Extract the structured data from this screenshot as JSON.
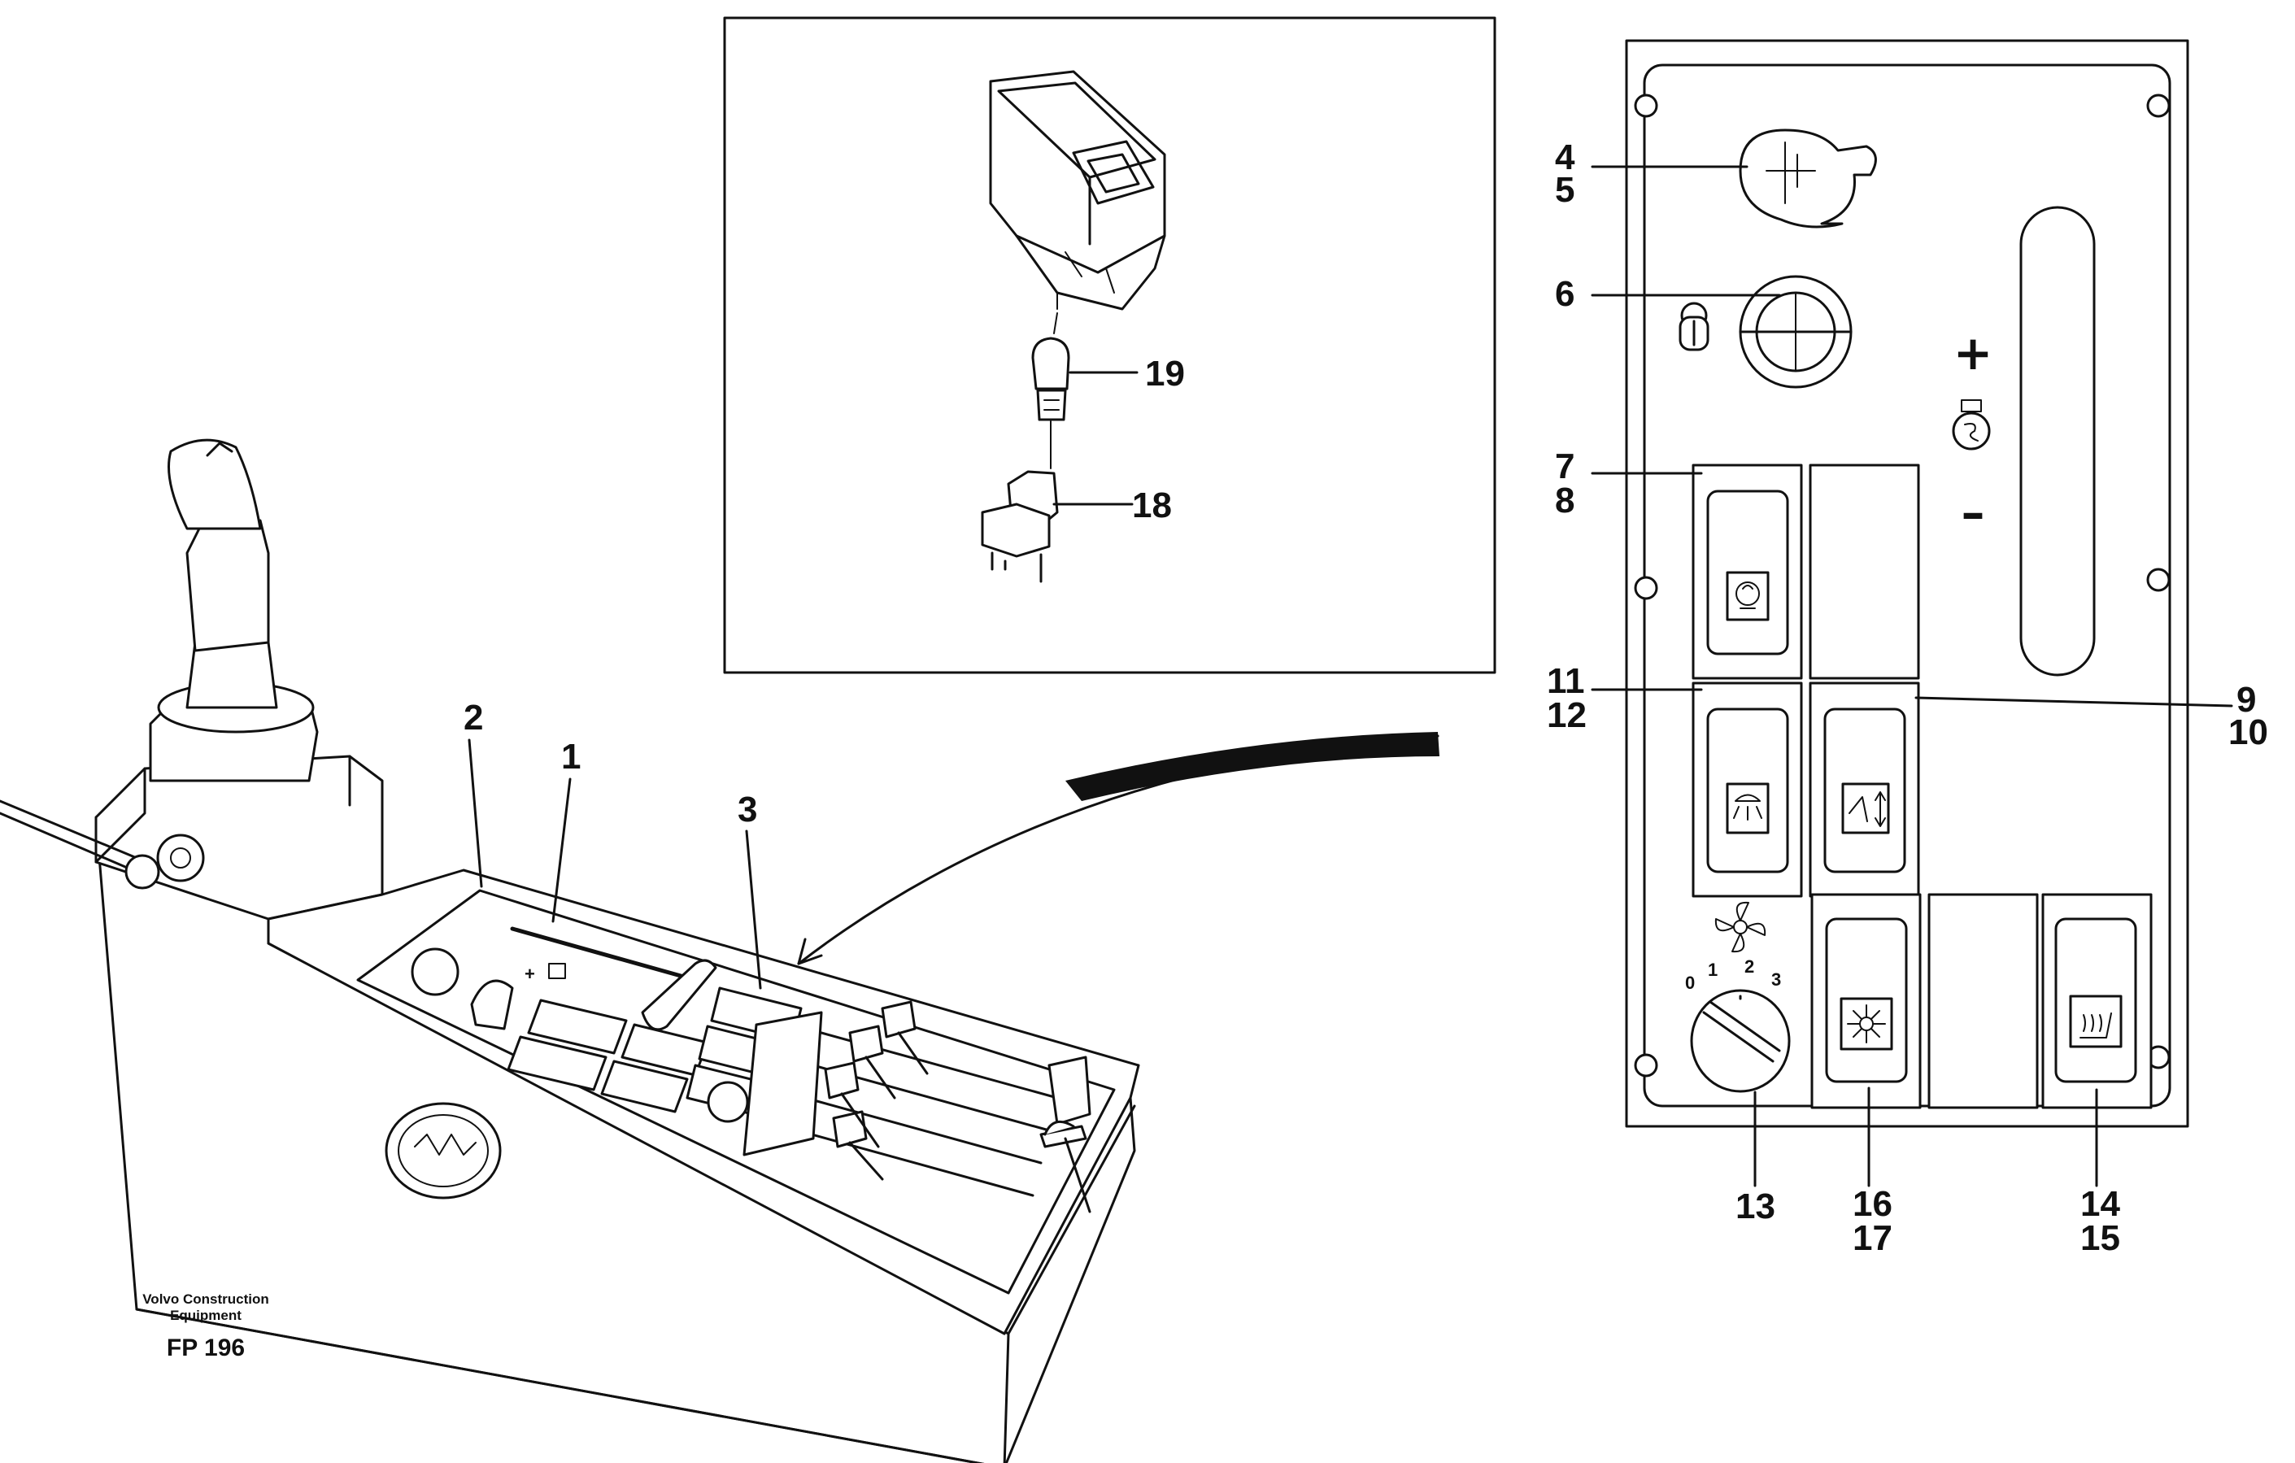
{
  "callouts": {
    "c1": "1",
    "c2": "2",
    "c3": "3",
    "c4": "4",
    "c5": "5",
    "c6": "6",
    "c7": "7",
    "c8": "8",
    "c9": "9",
    "c10": "10",
    "c11": "11",
    "c12": "12",
    "c13": "13",
    "c14": "14",
    "c15": "15",
    "c16": "16",
    "c17": "17",
    "c18": "18",
    "c19": "19"
  },
  "panel_symbols": {
    "plus": "+",
    "minus": "–"
  },
  "fan_dial_ticks": {
    "t0": "0",
    "t1": "1",
    "t2": "2",
    "t3": "3"
  },
  "brand": {
    "line1": "Volvo Construction",
    "line2": "Equipment",
    "code": "FP 196"
  },
  "icons": {
    "inset_rocker": "rocker-switch-icon",
    "bulb": "bulb-icon",
    "bulb_socket": "bulb-socket-icon",
    "ignition": "ignition-key-icon",
    "fan": "fan-icon"
  }
}
